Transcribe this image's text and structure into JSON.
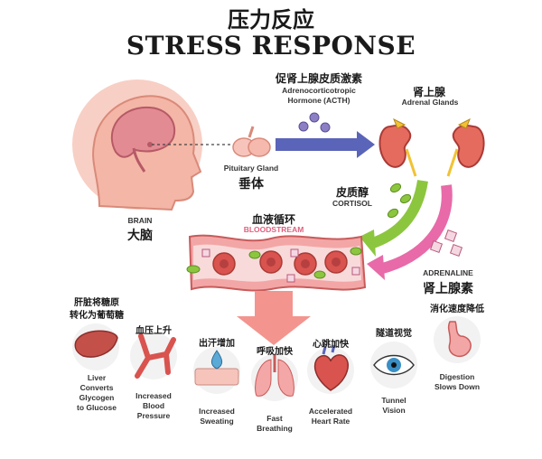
{
  "title": {
    "cn": "压力反应",
    "en": "STRESS RESPONSE"
  },
  "brain": {
    "en": "BRAIN",
    "cn": "大脑"
  },
  "pituitary": {
    "en": "Pituitary Gland",
    "cn": "垂体"
  },
  "acth": {
    "cn": "促肾上腺皮质激素",
    "en1": "Adrenocorticotropic",
    "en2": "Hormone (ACTH)"
  },
  "adrenal": {
    "cn": "肾上腺",
    "en": "Adrenal Glands"
  },
  "cortisol": {
    "cn": "皮质醇",
    "en": "CORTISOL"
  },
  "blood": {
    "cn": "血液循环",
    "en": "BLOODSTREAM"
  },
  "adrenaline": {
    "en": "ADRENALINE",
    "cn": "肾上腺素"
  },
  "effects": [
    {
      "cn1": "肝脏将糖原",
      "cn2": "转化为葡萄糖",
      "en": [
        "Liver",
        "Converts",
        "Glycogen",
        "to Glucose"
      ],
      "icon": "liver-icon"
    },
    {
      "cn1": "血压上升",
      "cn2": "",
      "en": [
        "Increased",
        "Blood",
        "Pressure"
      ],
      "icon": "blood-vessel-icon"
    },
    {
      "cn1": "出汗增加",
      "cn2": "",
      "en": [
        "Increased",
        "Sweating"
      ],
      "icon": "sweat-drop-icon"
    },
    {
      "cn1": "呼吸加快",
      "cn2": "",
      "en": [
        "Fast",
        "Breathing"
      ],
      "icon": "lungs-icon"
    },
    {
      "cn1": "心跳加快",
      "cn2": "",
      "en": [
        "Accelerated",
        "Heart Rate"
      ],
      "icon": "heart-icon"
    },
    {
      "cn1": "隧道视觉",
      "cn2": "",
      "en": [
        "Tunnel",
        "Vision"
      ],
      "icon": "eye-icon"
    },
    {
      "cn1": "消化速度降低",
      "cn2": "",
      "en": [
        "Digestion",
        "Slows Down"
      ],
      "icon": "stomach-icon"
    }
  ],
  "colors": {
    "pink": "#f7c4bb",
    "blue": "#5a64b8",
    "green": "#8cc63f",
    "purple": "#8c7fc4",
    "magenta": "#e86aa8",
    "red": "#d9534f"
  }
}
